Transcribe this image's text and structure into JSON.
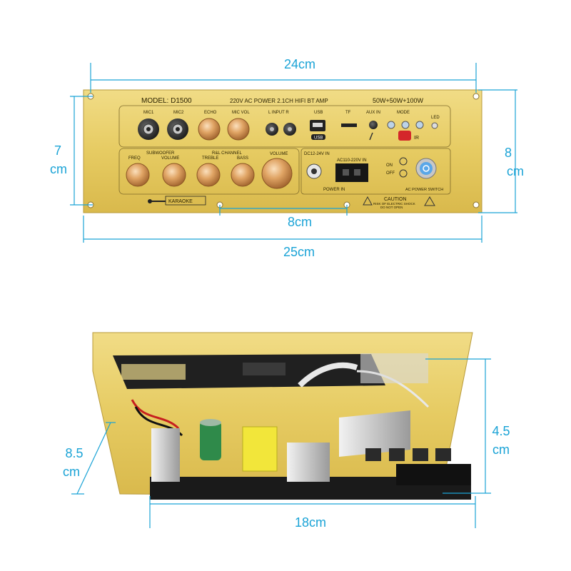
{
  "dimensions": {
    "top_width": "24cm",
    "left_height_a": "7",
    "left_height_b": "cm",
    "right_height_a": "8",
    "right_height_b": "cm",
    "hole_spacing": "8cm",
    "overall_width": "25cm",
    "depth_a": "8.5",
    "depth_b": "cm",
    "board_height_a": "4.5",
    "board_height_b": "cm",
    "board_width": "18cm"
  },
  "panel": {
    "model": "MODEL: D1500",
    "power_title": "220V AC POWER 2.1CH HIFI BT AMP",
    "output": "50W+50W+100W",
    "labels": {
      "mic1": "MIC1",
      "mic2": "MIC2",
      "echo": "ECHO",
      "mic_vol": "MIC VOL",
      "input": "L  INPUT  R",
      "usb": "USB",
      "tf": "TF",
      "aux": "AUX IN",
      "mode": "MODE",
      "led": "LED",
      "ir": "IR",
      "subwoofer": "SUBWOOFER",
      "rl_channel": "R&L CHANNEL",
      "freq": "FREQ",
      "volume_sub": "VOLUME",
      "treble": "TREBLE",
      "bass": "BASS",
      "volume": "VOLUME",
      "dc_in": "DC12-24V IN",
      "ac_in": "AC110-220V IN",
      "power_in": "POWER IN",
      "on": "ON",
      "off": "OFF",
      "ac_switch": "AC POWER SWITCH",
      "karaoke": "KARAOKE",
      "caution": "CAUTION",
      "caution_1": "RISK OF ELECTRIC SHOCK",
      "caution_2": "DO NOT OPEN",
      "usb_badge": "USB"
    }
  },
  "colors": {
    "dimension": "#1aa3d6",
    "panel_gold": "#e8cf6a",
    "knob_copper": "#d99a58",
    "black_jack": "#1f1f1f",
    "pcb_black": "#1a1a1a",
    "transformer_yellow": "#f2e63a",
    "heatsink_silver": "#c9c9c9"
  }
}
